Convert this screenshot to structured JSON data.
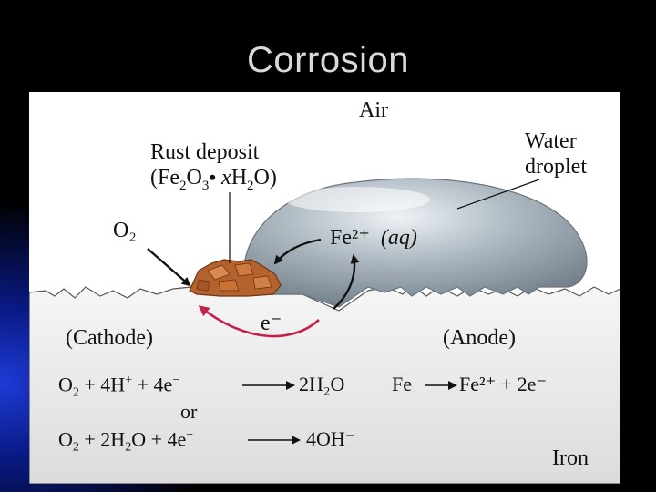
{
  "slide": {
    "title": "Corrosion"
  },
  "diagram": {
    "air": "Air",
    "water_droplet": {
      "line1": "Water",
      "line2": "droplet"
    },
    "rust_deposit": {
      "line1": "Rust deposit"
    },
    "oxygen": "O₂",
    "iron_ion": "Fe²⁺",
    "iron_ion_state": "(aq)",
    "electron": "e⁻",
    "cathode": "(Cathode)",
    "anode": "(Anode)",
    "metal": "Iron",
    "or_label": "or",
    "cathode_eq1_product": "2H₂O",
    "cathode_eq2_product": "4OH⁻",
    "anode_eq_reactant": "Fe",
    "anode_eq_product": "Fe²⁺ + 2e⁻",
    "colors": {
      "iron": "#e4e4e4",
      "droplet": "#9aa6b0",
      "rust": "#b5632e",
      "electron_arrow": "#c2214a"
    }
  }
}
